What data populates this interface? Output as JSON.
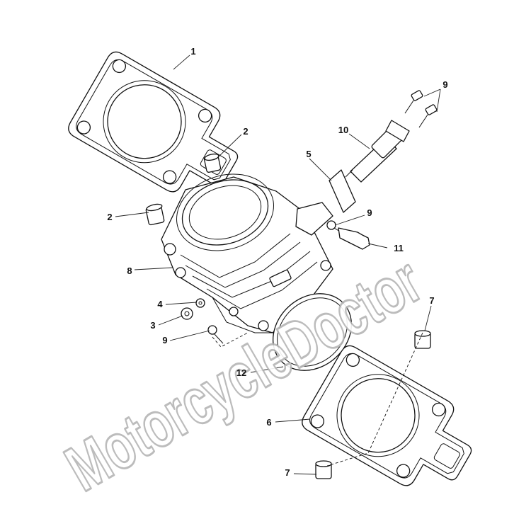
{
  "watermark": "MotorcycleDoctor",
  "callouts": [
    {
      "id": "c1a",
      "label": "1"
    },
    {
      "id": "c2a",
      "label": "2"
    },
    {
      "id": "c2b",
      "label": "2"
    },
    {
      "id": "c3",
      "label": "3"
    },
    {
      "id": "c4",
      "label": "4"
    },
    {
      "id": "c5",
      "label": "5"
    },
    {
      "id": "c6",
      "label": "6"
    },
    {
      "id": "c7a",
      "label": "7"
    },
    {
      "id": "c7b",
      "label": "7"
    },
    {
      "id": "c8",
      "label": "8"
    },
    {
      "id": "c9a",
      "label": "9"
    },
    {
      "id": "c9b",
      "label": "9"
    },
    {
      "id": "c9c",
      "label": "9"
    },
    {
      "id": "c10",
      "label": "10"
    },
    {
      "id": "c11",
      "label": "11"
    },
    {
      "id": "c12",
      "label": "12"
    }
  ]
}
